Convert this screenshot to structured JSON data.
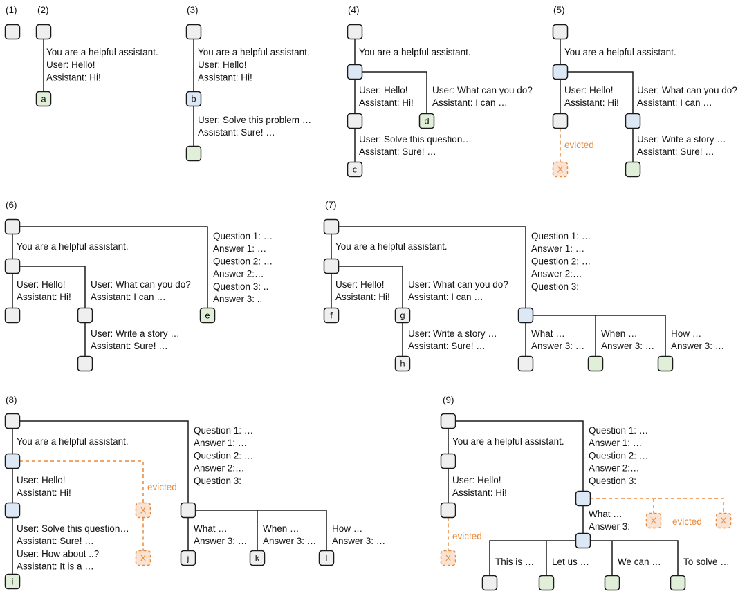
{
  "colors": {
    "plain": "#efefef",
    "active": "#dce8f5",
    "new": "#e1efd9",
    "evicted_fill": "#fbe3d3",
    "evicted_stroke": "#e8893a"
  },
  "panels": [
    {
      "id": "p1",
      "label": "(1)",
      "nodes": [
        {
          "id": "r",
          "state": "plain",
          "text": ""
        }
      ],
      "texts": []
    },
    {
      "id": "p2",
      "label": "(2)",
      "nodes": [
        {
          "id": "r",
          "state": "plain",
          "text": ""
        },
        {
          "id": "a",
          "state": "new",
          "text": "a"
        }
      ],
      "texts": [
        {
          "id": "t1",
          "lines": [
            "You are a helpful assistant.",
            "User: Hello!",
            "Assistant: Hi!"
          ]
        }
      ]
    },
    {
      "id": "p3",
      "label": "(3)",
      "nodes": [
        {
          "id": "r",
          "state": "plain",
          "text": ""
        },
        {
          "id": "b",
          "state": "active",
          "text": "b"
        },
        {
          "id": "c",
          "state": "new",
          "text": ""
        }
      ],
      "texts": [
        {
          "id": "t1",
          "lines": [
            "You are a helpful assistant.",
            "User: Hello!",
            "Assistant: Hi!"
          ]
        },
        {
          "id": "t2",
          "lines": [
            "User: Solve this problem …",
            "Assistant: Sure! …"
          ]
        }
      ]
    },
    {
      "id": "p4",
      "label": "(4)",
      "nodes": [
        {
          "id": "r",
          "state": "plain",
          "text": ""
        },
        {
          "id": "s",
          "state": "active",
          "text": ""
        },
        {
          "id": "m",
          "state": "plain",
          "text": ""
        },
        {
          "id": "d",
          "state": "new",
          "text": "d"
        },
        {
          "id": "c",
          "state": "plain",
          "text": "c"
        }
      ],
      "texts": [
        {
          "id": "t1",
          "lines": [
            "You are a helpful assistant."
          ]
        },
        {
          "id": "t2",
          "lines": [
            "User: Hello!",
            "Assistant: Hi!"
          ]
        },
        {
          "id": "t3",
          "lines": [
            "User: What can you do?",
            "Assistant: I can …"
          ]
        },
        {
          "id": "t4",
          "lines": [
            "User: Solve this question…",
            "Assistant: Sure! …"
          ]
        }
      ]
    },
    {
      "id": "p5",
      "label": "(5)",
      "nodes": [
        {
          "id": "r",
          "state": "plain",
          "text": ""
        },
        {
          "id": "s",
          "state": "active",
          "text": ""
        },
        {
          "id": "m",
          "state": "plain",
          "text": ""
        },
        {
          "id": "x",
          "state": "evicted",
          "text": "X"
        },
        {
          "id": "n",
          "state": "active",
          "text": ""
        },
        {
          "id": "o",
          "state": "new",
          "text": ""
        }
      ],
      "texts": [
        {
          "id": "t1",
          "lines": [
            "You are a helpful assistant."
          ]
        },
        {
          "id": "t2",
          "lines": [
            "User: Hello!",
            "Assistant: Hi!"
          ]
        },
        {
          "id": "t3",
          "lines": [
            "User: What can you do?",
            "Assistant: I can …"
          ]
        },
        {
          "id": "t4",
          "lines": [
            "User: Write a story …",
            "Assistant: Sure! …"
          ]
        }
      ],
      "evicted_label": "evicted"
    },
    {
      "id": "p6",
      "label": "(6)",
      "nodes": [
        {
          "id": "r",
          "state": "plain",
          "text": ""
        },
        {
          "id": "s",
          "state": "plain",
          "text": ""
        },
        {
          "id": "m",
          "state": "plain",
          "text": ""
        },
        {
          "id": "n",
          "state": "plain",
          "text": ""
        },
        {
          "id": "o",
          "state": "plain",
          "text": ""
        },
        {
          "id": "e",
          "state": "new",
          "text": "e"
        }
      ],
      "texts": [
        {
          "id": "t1",
          "lines": [
            "You are a helpful assistant."
          ]
        },
        {
          "id": "t2",
          "lines": [
            "User: Hello!",
            "Assistant: Hi!"
          ]
        },
        {
          "id": "t3",
          "lines": [
            "User: What can you do?",
            "Assistant: I can …"
          ]
        },
        {
          "id": "t4",
          "lines": [
            "User: Write a story …",
            "Assistant: Sure! …"
          ]
        },
        {
          "id": "t5",
          "lines": [
            "Question 1: …",
            "Answer 1: …",
            "Question 2: …",
            "Answer 2:…",
            "Question 3: ..",
            "Answer 3: .."
          ]
        }
      ]
    },
    {
      "id": "p7",
      "label": "(7)",
      "nodes": [
        {
          "id": "r",
          "state": "plain",
          "text": ""
        },
        {
          "id": "s",
          "state": "plain",
          "text": ""
        },
        {
          "id": "f",
          "state": "plain",
          "text": "f"
        },
        {
          "id": "g",
          "state": "plain",
          "text": "g"
        },
        {
          "id": "h",
          "state": "plain",
          "text": "h"
        },
        {
          "id": "q",
          "state": "active",
          "text": ""
        },
        {
          "id": "q1",
          "state": "plain",
          "text": ""
        },
        {
          "id": "q2",
          "state": "new",
          "text": ""
        },
        {
          "id": "q3",
          "state": "new",
          "text": ""
        }
      ],
      "texts": [
        {
          "id": "t1",
          "lines": [
            "You are a helpful assistant."
          ]
        },
        {
          "id": "t2",
          "lines": [
            "User: Hello!",
            "Assistant: Hi!"
          ]
        },
        {
          "id": "t3",
          "lines": [
            "User: What can you do?",
            "Assistant: I can …"
          ]
        },
        {
          "id": "t4",
          "lines": [
            "User: Write a story …",
            "Assistant: Sure! …"
          ]
        },
        {
          "id": "t5",
          "lines": [
            "Question 1: …",
            "Answer 1: …",
            "Question 2: …",
            "Answer 2:…",
            "Question 3:"
          ]
        },
        {
          "id": "t6",
          "lines": [
            "What …",
            "Answer 3: …"
          ]
        },
        {
          "id": "t7",
          "lines": [
            "When …",
            "Answer 3: …"
          ]
        },
        {
          "id": "t8",
          "lines": [
            "How …",
            "Answer 3: …"
          ]
        }
      ]
    },
    {
      "id": "p8",
      "label": "(8)",
      "nodes": [
        {
          "id": "r",
          "state": "plain",
          "text": ""
        },
        {
          "id": "s",
          "state": "active",
          "text": ""
        },
        {
          "id": "m",
          "state": "active",
          "text": ""
        },
        {
          "id": "i",
          "state": "new",
          "text": "i"
        },
        {
          "id": "x1",
          "state": "evicted",
          "text": "X"
        },
        {
          "id": "x2",
          "state": "evicted",
          "text": "X"
        },
        {
          "id": "q",
          "state": "plain",
          "text": ""
        },
        {
          "id": "j",
          "state": "plain",
          "text": "j"
        },
        {
          "id": "k",
          "state": "plain",
          "text": "k"
        },
        {
          "id": "l",
          "state": "plain",
          "text": "l"
        }
      ],
      "texts": [
        {
          "id": "t1",
          "lines": [
            "You are a helpful assistant."
          ]
        },
        {
          "id": "t2",
          "lines": [
            "User: Hello!",
            "Assistant: Hi!"
          ]
        },
        {
          "id": "t3",
          "lines": [
            "User: Solve this question…",
            "Assistant: Sure! …",
            "User: How about ..?",
            "Assistant: It is a …"
          ]
        },
        {
          "id": "t5",
          "lines": [
            "Question 1: …",
            "Answer 1: …",
            "Question 2: …",
            "Answer 2:…",
            "Question 3:"
          ]
        },
        {
          "id": "t6",
          "lines": [
            "What …",
            "Answer 3: …"
          ]
        },
        {
          "id": "t7",
          "lines": [
            "When …",
            "Answer 3: …"
          ]
        },
        {
          "id": "t8",
          "lines": [
            "How …",
            "Answer 3: …"
          ]
        }
      ],
      "evicted_label": "evicted"
    },
    {
      "id": "p9",
      "label": "(9)",
      "nodes": [
        {
          "id": "r",
          "state": "plain",
          "text": ""
        },
        {
          "id": "s",
          "state": "plain",
          "text": ""
        },
        {
          "id": "m",
          "state": "plain",
          "text": ""
        },
        {
          "id": "x",
          "state": "evicted",
          "text": "X"
        },
        {
          "id": "q",
          "state": "active",
          "text": ""
        },
        {
          "id": "xa",
          "state": "evicted",
          "text": "X"
        },
        {
          "id": "xb",
          "state": "evicted",
          "text": "X"
        },
        {
          "id": "w",
          "state": "active",
          "text": ""
        },
        {
          "id": "c1",
          "state": "plain",
          "text": ""
        },
        {
          "id": "c2",
          "state": "new",
          "text": ""
        },
        {
          "id": "c3",
          "state": "new",
          "text": ""
        },
        {
          "id": "c4",
          "state": "new",
          "text": ""
        }
      ],
      "texts": [
        {
          "id": "t1",
          "lines": [
            "You are a helpful assistant."
          ]
        },
        {
          "id": "t2",
          "lines": [
            "User: Hello!",
            "Assistant: Hi!"
          ]
        },
        {
          "id": "t5",
          "lines": [
            "Question 1: …",
            "Answer 1: …",
            "Question 2: …",
            "Answer 2:…",
            "Question 3:"
          ]
        },
        {
          "id": "t6",
          "lines": [
            "What …",
            "Answer 3:"
          ]
        },
        {
          "id": "t7",
          "lines": [
            "This is …"
          ]
        },
        {
          "id": "t8",
          "lines": [
            "Let us …"
          ]
        },
        {
          "id": "t9",
          "lines": [
            "We can …"
          ]
        },
        {
          "id": "t10",
          "lines": [
            "To solve …"
          ]
        }
      ],
      "evicted_label": "evicted",
      "evicted_label_2": "evicted"
    }
  ]
}
